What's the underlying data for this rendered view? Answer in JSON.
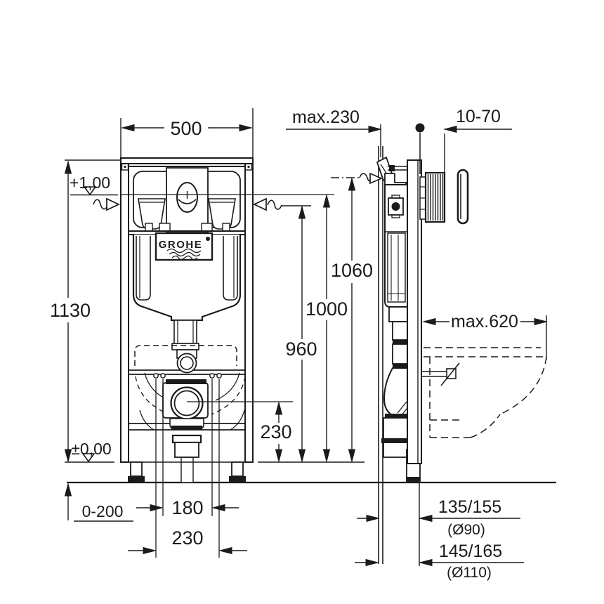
{
  "brand": {
    "logo_text": "GROHE"
  },
  "dimensions": {
    "front_width": "500",
    "frame_height": "1130",
    "level_top": "+1,00",
    "level_zero": "±0,00",
    "h960": "960",
    "h1000": "1000",
    "h1060": "1060",
    "drain_center_height": "230",
    "foot_adjust_range": "0-200",
    "bolt_spacing_inner": "180",
    "bolt_spacing_outer": "230",
    "wall_offset_max": "max.230",
    "wall_thickness_range": "10-70",
    "bowl_depth_max": "max.620",
    "drain_offset_90": "135/155",
    "drain_offset_90_dia": "(Ø90)",
    "drain_offset_110": "145/165",
    "drain_offset_110_dia": "(Ø110)"
  },
  "colors": {
    "ink": "#1b1b1b",
    "paper": "#ffffff"
  }
}
